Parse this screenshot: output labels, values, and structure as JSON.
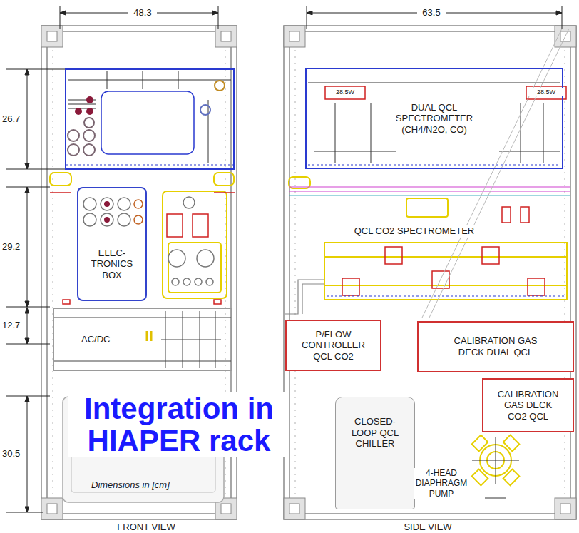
{
  "diagram": {
    "nodes": [
      {
        "text": [
          "DUAL QCL SPECTROMETER (CH4/N2O, CO)"
        ]
      },
      {
        "text": [
          "ELEC- TRONICS BOX"
        ]
      },
      {
        "text": [
          "AC/DC"
        ]
      },
      {
        "text": [
          "P/FLOW CONTROLLER QCL CO2"
        ]
      },
      {
        "text": [
          "CALIBRATION GAS DECK DUAL QCL"
        ]
      },
      {
        "text": [
          "CALIBRATION GAS DECK CO2 QCL"
        ]
      },
      {
        "text": [
          "CLOSED- LOOP QCL CHILLER"
        ]
      }
    ],
    "labels": [
      "48.3",
      "63.5",
      "26.7",
      "28.5W",
      "28.5W",
      "29.2",
      "QCL CO2 SPECTROMETER",
      "12.7",
      "30.5",
      "Integration in HIAPER rack",
      "4-HEAD DIAPHRAGM PUMP",
      "Dimensions in [cm]",
      "FRONT VIEW",
      "SIDE VIEW"
    ]
  }
}
